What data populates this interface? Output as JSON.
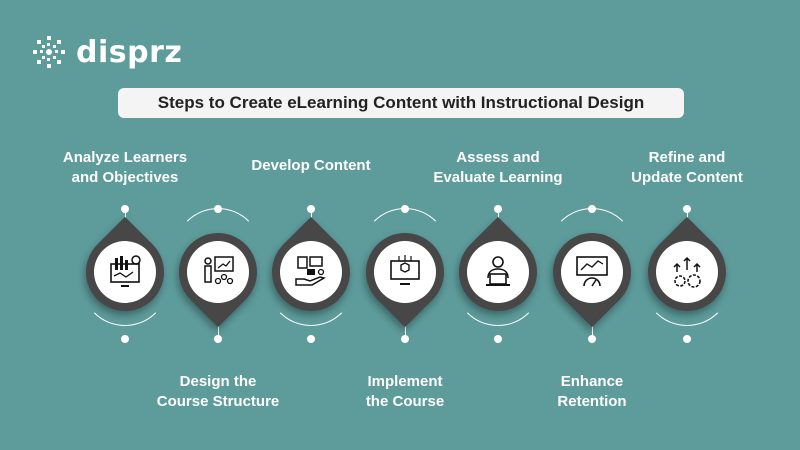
{
  "brand": {
    "name": "disprz"
  },
  "title": "Steps to Create eLearning Content with Instructional Design",
  "steps": [
    {
      "label_line1": "Analyze Learners",
      "label_line2": "and Objectives",
      "icon": "analytics-monitor-icon"
    },
    {
      "label_line1": "Design the",
      "label_line2": "Course Structure",
      "icon": "presentation-icon"
    },
    {
      "label_line1": "Develop Content",
      "label_line2": "",
      "icon": "content-hand-icon"
    },
    {
      "label_line1": "Implement",
      "label_line2": "the Course",
      "icon": "monitor-box-icon"
    },
    {
      "label_line1": "Assess and",
      "label_line2": "Evaluate Learning",
      "icon": "learner-laptop-icon"
    },
    {
      "label_line1": "Enhance",
      "label_line2": "Retention",
      "icon": "dashboard-gauge-icon"
    },
    {
      "label_line1": "Refine and",
      "label_line2": "Update Content",
      "icon": "gears-arrows-icon"
    }
  ]
}
